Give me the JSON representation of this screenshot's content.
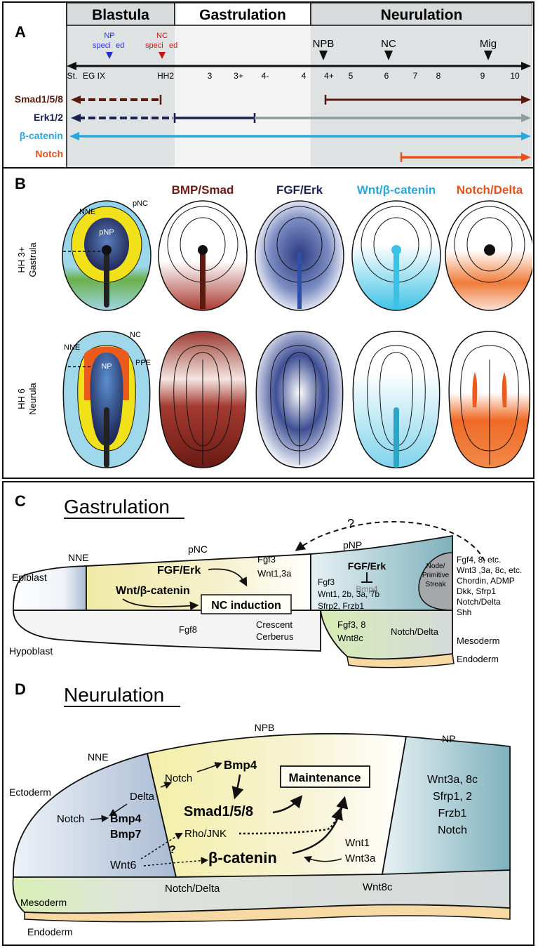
{
  "panelA": {
    "letter": "A",
    "stages": [
      "Blastula",
      "Gastrulation",
      "Neurulation"
    ],
    "specifications": [
      {
        "line1": "NP",
        "line2": "speci",
        "line3": "ed",
        "color": "#2233cc"
      },
      {
        "line1": "NC",
        "line2": "speci",
        "line3": "ed",
        "color": "#cc1111"
      }
    ],
    "events": [
      "NPB",
      "NC",
      "Mig"
    ],
    "stage_labels": [
      "St.",
      "EG IX",
      "HH2",
      "3",
      "3+",
      "4-",
      "4",
      "4+",
      "5",
      "6",
      "7",
      "8",
      "9",
      "10"
    ],
    "signals": [
      {
        "name": "Smad1/5/8",
        "color": "#5a1a10"
      },
      {
        "name": "Erk1/2",
        "color": "#1b2250"
      },
      {
        "name": "β-catenin",
        "color": "#29a8de"
      },
      {
        "name": "Notch",
        "color": "#e8521a"
      }
    ]
  },
  "panelB": {
    "letter": "B",
    "pathways": [
      "BMP/Smad",
      "FGF/Erk",
      "Wnt/β-catenin",
      "Notch/Delta"
    ],
    "pathway_colors": [
      "#6a1a14",
      "#1b2250",
      "#29a8de",
      "#e8521a"
    ],
    "row1": {
      "line1": "HH 3+",
      "line2": "Gastrula",
      "labels": [
        "NNE",
        "pNC",
        "pNP"
      ]
    },
    "row2": {
      "line1": "HH 6",
      "line2": "Neurula",
      "labels": [
        "NNE",
        "NC",
        "NP",
        "PPE"
      ]
    }
  },
  "panelC": {
    "letter": "C",
    "title": "Gastrulation",
    "question": "?",
    "zones": [
      "Epiblast",
      "NNE",
      "pNC",
      "pNP"
    ],
    "labels": {
      "fgf_erk": "FGF/Erk",
      "wnt": "Wnt/β-catenin",
      "nc_induction": "NC induction",
      "fgf3_top": "Fgf3",
      "wnt13a": "Wnt1,3a",
      "pnp_fgferk": "FGF/Erk",
      "bmp4": "Bmp4",
      "fgf3_pnp": "Fgf3",
      "wnt_list": "Wnt1, 2b, 3a, 7b",
      "sfrp": "Sfrp2, Frzb1",
      "node1": "Node/",
      "node2": "Primitive",
      "node3": "Streak",
      "hypoblast": "Hypoblast",
      "fgf8": "Fgf8",
      "crescent": "Crescent",
      "cerberus": "Cerberus",
      "fgf38": "Fgf3, 8",
      "wnt8c": "Wnt8c",
      "notch_delta": "Notch/Delta",
      "mesoderm": "Mesoderm",
      "endoderm": "Endoderm"
    },
    "node_factors": [
      "Fgf4, 8, etc.",
      "Wnt3 ,3a, 8c, etc.",
      "Chordin, ADMP",
      "Dkk, Sfrp1",
      "Notch/Delta",
      "Shh"
    ]
  },
  "panelD": {
    "letter": "D",
    "title": "Neurulation",
    "labels": {
      "npb": "NPB",
      "nne": "NNE",
      "np": "NP",
      "ectoderm": "Ectoderm",
      "notch_top": "Notch",
      "bmp4_top": "Bmp4",
      "maintenance": "Maintenance",
      "delta": "Delta",
      "smad": "Smad1/5/8",
      "notch_left": "Notch",
      "bmp4": "Bmp4",
      "bmp7": "Bmp7",
      "rho": "Rho/JNK",
      "question": "?",
      "wnt6": "Wnt6",
      "bcat": "β-catenin",
      "wnt1": "Wnt1",
      "wnt3a": "Wnt3a",
      "notch_delta": "Notch/Delta",
      "wnt8c": "Wnt8c",
      "mesoderm": "Mesoderm",
      "endoderm": "Endoderm"
    },
    "np_factors": [
      "Wnt3a, 8c",
      "Sfrp1, 2",
      "Frzb1",
      "Notch"
    ]
  }
}
